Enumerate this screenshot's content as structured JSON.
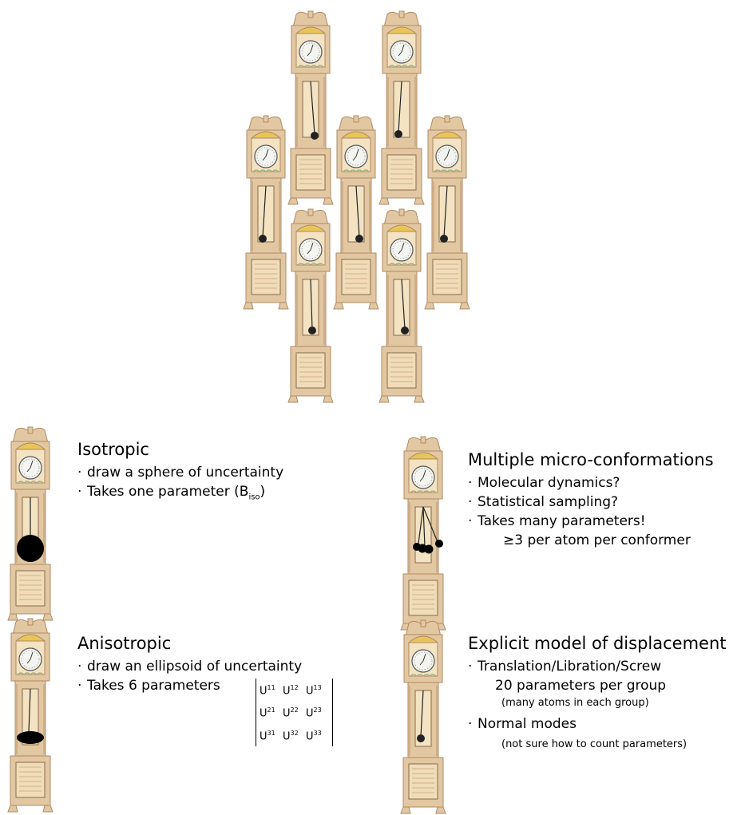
{
  "isotropic": {
    "title": "Isotropic",
    "bullet1": "draw a sphere of uncertainty",
    "bullet2_prefix": "Takes one parameter (B",
    "bullet2_sub": "iso",
    "bullet2_suffix": ")"
  },
  "anisotropic": {
    "title": "Anisotropic",
    "bullet1": "draw an ellipsoid of uncertainty",
    "bullet2": "Takes 6 parameters",
    "matrix": [
      [
        {
          "base": "U",
          "sup": "11"
        },
        {
          "base": "U",
          "sup": "12"
        },
        {
          "base": "U",
          "sup": "13"
        }
      ],
      [
        {
          "base": "U",
          "sup": "21"
        },
        {
          "base": "U",
          "sup": "22"
        },
        {
          "base": "U",
          "sup": "23"
        }
      ],
      [
        {
          "base": "U",
          "sup": "31"
        },
        {
          "base": "U",
          "sup": "32"
        },
        {
          "base": "U",
          "sup": "33"
        }
      ]
    ]
  },
  "micro": {
    "title": "Multiple micro-conformations",
    "bullet1": "Molecular dynamics?",
    "bullet2": "Statistical sampling?",
    "bullet3": "Takes many parameters!",
    "note": "≥3 per atom per conformer"
  },
  "explicit": {
    "title": "Explicit model of displacement",
    "bullet1": "Translation/Libration/Screw",
    "note1": "20 parameters per group",
    "note1b": "(many atoms in each group)",
    "bullet2": "Normal modes",
    "note2": "(not sure how to count parameters)"
  },
  "bullet_char": "·",
  "colors": {
    "wood": "#e2c8a2",
    "wood_dark": "#b08a64",
    "gold": "#e8c55a",
    "dial": "#f4f4f0",
    "weight": "#000000"
  }
}
